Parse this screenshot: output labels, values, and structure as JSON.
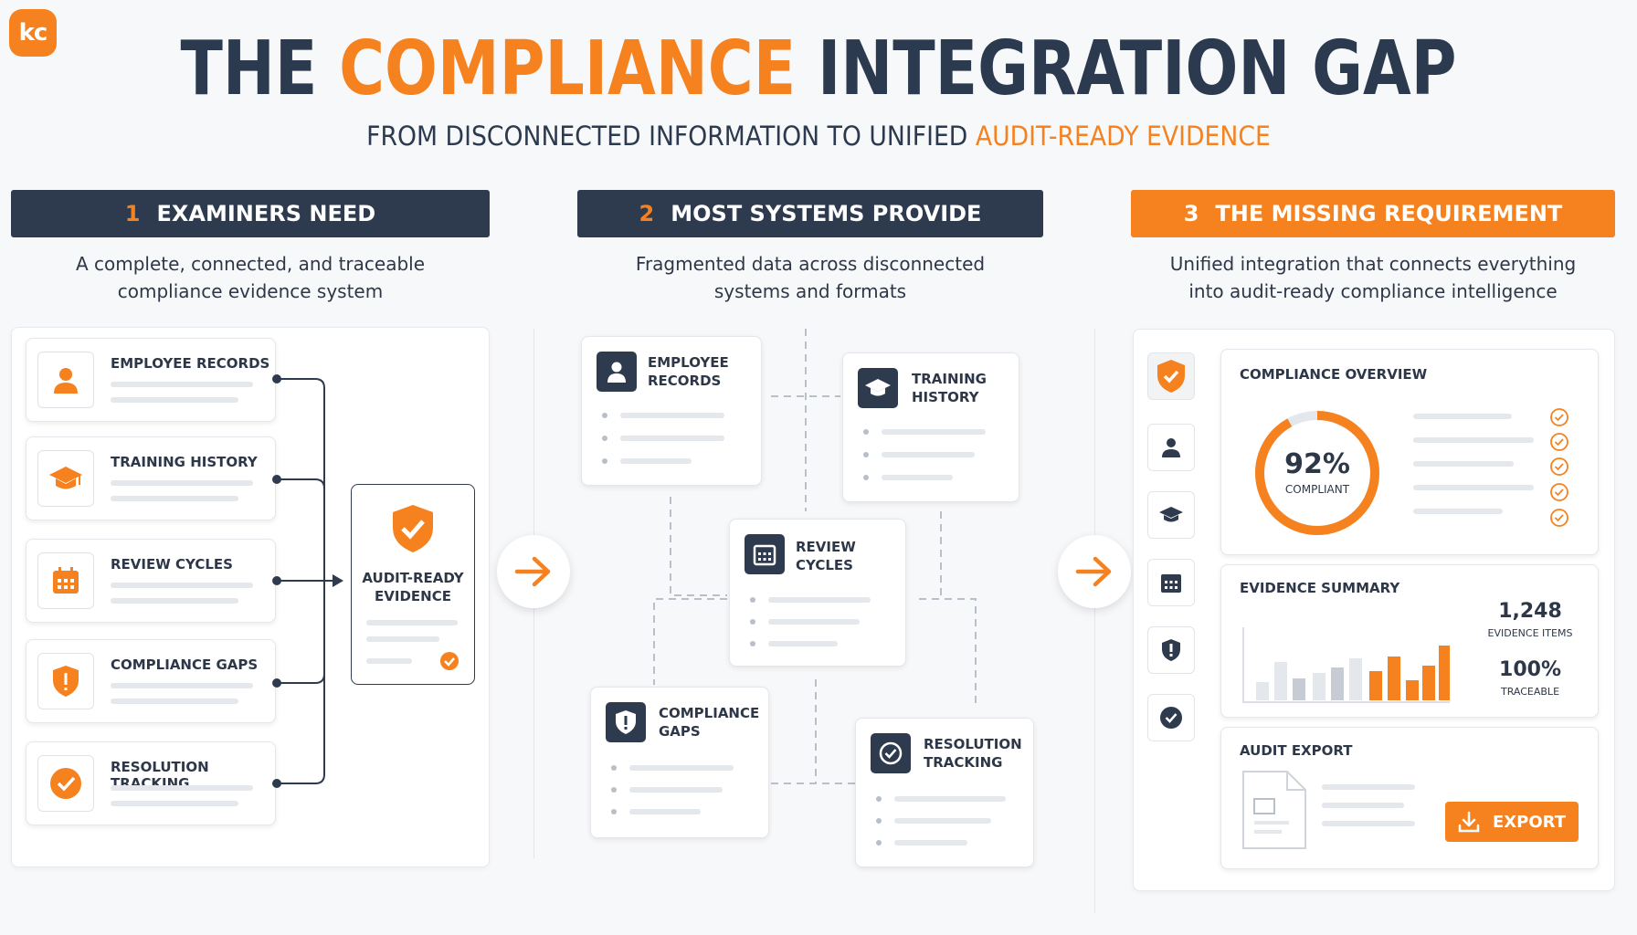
{
  "logo": {
    "text": "kc"
  },
  "title": {
    "part1": "THE ",
    "accent": "COMPLIANCE",
    "part2": " INTEGRATION GAP"
  },
  "subtitle": {
    "part1": "FROM DISCONNECTED INFORMATION TO UNIFIED ",
    "accent": "AUDIT-READY EVIDENCE"
  },
  "columns": [
    {
      "num": "1",
      "title": "EXAMINERS NEED",
      "desc_line1": "A complete, connected, and traceable",
      "desc_line2": "compliance evidence system"
    },
    {
      "num": "2",
      "title": "MOST SYSTEMS PROVIDE",
      "desc_line1": "Fragmented data across disconnected",
      "desc_line2": "systems and formats"
    },
    {
      "num": "3",
      "title": "THE MISSING REQUIREMENT",
      "desc_line1": "Unified integration that connects everything",
      "desc_line2": "into audit-ready compliance intelligence"
    }
  ],
  "col1": {
    "items": [
      "EMPLOYEE RECORDS",
      "TRAINING HISTORY",
      "REVIEW CYCLES",
      "COMPLIANCE GAPS",
      "RESOLUTION TRACKING"
    ],
    "target_line1": "AUDIT-READY",
    "target_line2": "EVIDENCE"
  },
  "col2": {
    "employee": [
      "EMPLOYEE",
      "RECORDS"
    ],
    "training": [
      "TRAINING",
      "HISTORY"
    ],
    "review": [
      "REVIEW",
      "CYCLES"
    ],
    "gaps": [
      "COMPLIANCE",
      "GAPS"
    ],
    "resolution": [
      "RESOLUTION",
      "TRACKING"
    ]
  },
  "col3": {
    "overview_title": "COMPLIANCE OVERVIEW",
    "percent": "92%",
    "percent_label": "COMPLIANT",
    "percent_value": 0.92,
    "evidence_title": "EVIDENCE SUMMARY",
    "evidence_count": "1,248",
    "evidence_count_label": "EVIDENCE ITEMS",
    "traceable": "100%",
    "traceable_label": "TRACEABLE",
    "audit_title": "AUDIT EXPORT",
    "export_label": "EXPORT"
  },
  "colors": {
    "accent": "#f5821f",
    "dark": "#2e3a4d"
  }
}
